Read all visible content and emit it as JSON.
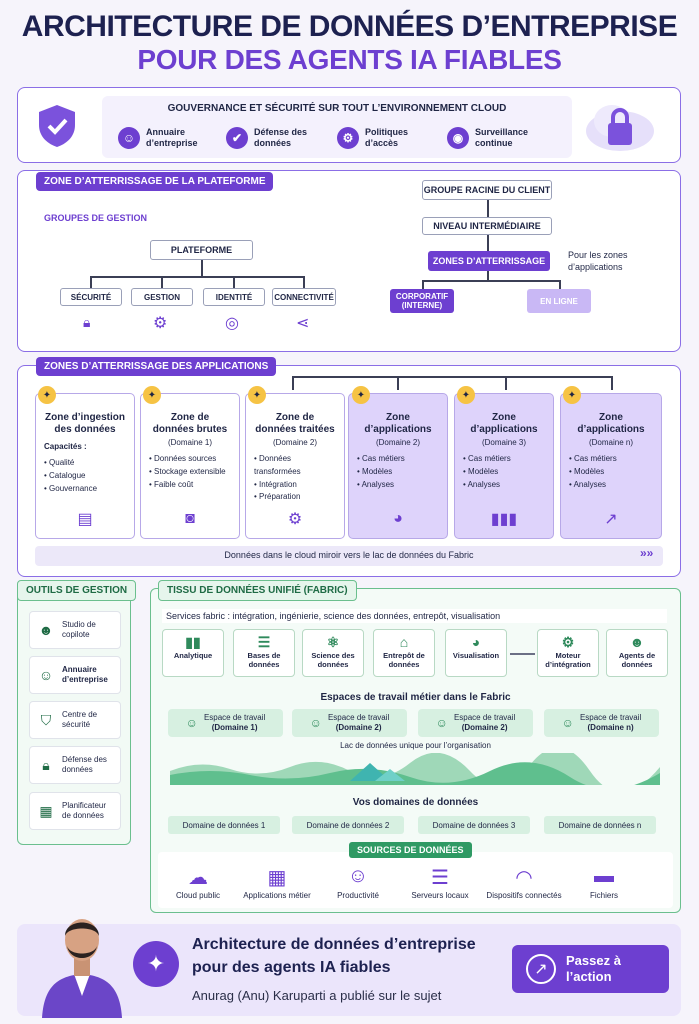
{
  "title": {
    "line1": "ARCHITECTURE DE DONNÉES D’ENTREPRISE",
    "line2": "POUR DES AGENTS IA FIABLES"
  },
  "governance": {
    "heading": "GOUVERNANCE ET SÉCURITÉ SUR TOUT L’ENVIRONNEMENT CLOUD",
    "items": [
      {
        "label": "Annuaire d’entreprise",
        "icon": "people-icon"
      },
      {
        "label": "Défense des données",
        "icon": "shield-icon"
      },
      {
        "label": "Politiques d’accès",
        "icon": "policy-icon"
      },
      {
        "label": "Surveillance continue",
        "icon": "monitor-icon"
      }
    ]
  },
  "platform": {
    "zone_label": "ZONE D’ATTERRISSAGE DE LA PLATEFORME",
    "groups_label": "GROUPES DE GESTION",
    "plateforme": "PLATEFORME",
    "children": [
      "SÉCURITÉ",
      "GESTION",
      "IDENTITÉ",
      "CONNECTIVITÉ"
    ],
    "root": "GROUPE RACINE DU CLIENT",
    "intermediate": "NIVEAU INTERMÉDIAIRE",
    "landing": "ZONES D’ATTERRISSAGE",
    "landing_note": "Pour les zones d’applications",
    "corporate": "CORPORATIF (INTERNE)",
    "online": "EN LIGNE"
  },
  "app_zones": {
    "label": "ZONES D’ATTERRISSAGE DES APPLICATIONS",
    "cards": [
      {
        "title": "Zone d’ingestion des données",
        "sub": "",
        "caps_label": "Capacités :",
        "items": [
          "Qualité",
          "Catalogue",
          "Gouvernance"
        ],
        "icon": "document-icon"
      },
      {
        "title": "Zone de données brutes",
        "sub": "(Domaine 1)",
        "caps_label": "",
        "items": [
          "Données sources",
          "Stockage extensible",
          "Faible coût"
        ],
        "icon": "bucket-icon"
      },
      {
        "title": "Zone de données traitées",
        "sub": "(Domaine 2)",
        "caps_label": "",
        "items": [
          "Données transformées",
          "Intégration",
          "Préparation"
        ],
        "icon": "gear-icon"
      },
      {
        "title": "Zone d’applications",
        "sub": "(Domaine 2)",
        "caps_label": "",
        "items": [
          "Cas métiers",
          "Modèles",
          "Analyses"
        ],
        "icon": "pie-chart-icon"
      },
      {
        "title": "Zone d’applications",
        "sub": "(Domaine 3)",
        "caps_label": "",
        "items": [
          "Cas métiers",
          "Modèles",
          "Analyses"
        ],
        "icon": "bar-chart-icon"
      },
      {
        "title": "Zone d’applications",
        "sub": "(Domaine n)",
        "caps_label": "",
        "items": [
          "Cas métiers",
          "Modèles",
          "Analyses"
        ],
        "icon": "trend-icon"
      }
    ],
    "mirror_text": "Données dans le cloud miroir vers le lac de données du Fabric"
  },
  "tools": {
    "label": "OUTILS DE GESTION",
    "items": [
      {
        "label": "Studio de copilote",
        "icon": "robot-icon"
      },
      {
        "label": "Annuaire d’entreprise",
        "icon": "people-icon"
      },
      {
        "label": "Centre de sécurité",
        "icon": "shield-icon"
      },
      {
        "label": "Défense des données",
        "icon": "lock-icon"
      },
      {
        "label": "Planificateur de données",
        "icon": "calendar-icon"
      }
    ]
  },
  "fabric": {
    "label": "TISSU DE DONNÉES UNIFIÉ (FABRIC)",
    "services_text": "Services fabric : intégration, ingénierie, science des données, entrepôt, visualisation",
    "services": [
      {
        "label": "Analytique",
        "icon": "bar-chart-icon"
      },
      {
        "label": "Bases de données",
        "icon": "database-icon"
      },
      {
        "label": "Science des données",
        "icon": "atom-icon"
      },
      {
        "label": "Entrepôt de données",
        "icon": "warehouse-icon"
      },
      {
        "label": "Visualisation",
        "icon": "pie-chart-icon"
      },
      {
        "label": "Moteur d’intégration",
        "icon": "gear-icon"
      },
      {
        "label": "Agents de données",
        "icon": "robot-icon"
      }
    ],
    "workspaces_title": "Espaces de travail métier dans le Fabric",
    "workspaces": [
      {
        "label": "Espace de travail",
        "domain": "(Domaine 1)"
      },
      {
        "label": "Espace de travail",
        "domain": "(Domaine 2)"
      },
      {
        "label": "Espace de travail",
        "domain": "(Domaine 2)"
      },
      {
        "label": "Espace de travail",
        "domain": "(Domaine n)"
      }
    ],
    "lake_text": "Lac de données unique pour l’organisation",
    "domains_title": "Vos domaines de données",
    "domains": [
      "Domaine de données 1",
      "Domaine de données 2",
      "Domaine de données 3",
      "Domaine de données n"
    ],
    "sources_label": "SOURCES DE DONNÉES",
    "sources": [
      {
        "label": "Cloud public",
        "icon": "cloud-icon"
      },
      {
        "label": "Applications métier",
        "icon": "apps-icon"
      },
      {
        "label": "Productivité",
        "icon": "people-icon"
      },
      {
        "label": "Serveurs locaux",
        "icon": "server-icon"
      },
      {
        "label": "Dispositifs connectés",
        "icon": "wifi-icon"
      },
      {
        "label": "Fichiers",
        "icon": "folder-icon"
      }
    ]
  },
  "footer": {
    "title": "Architecture de données d’entreprise pour des agents IA fiables",
    "author": "Anurag (Anu) Karuparti a publié sur le sujet",
    "cta": "Passez à l’action"
  }
}
